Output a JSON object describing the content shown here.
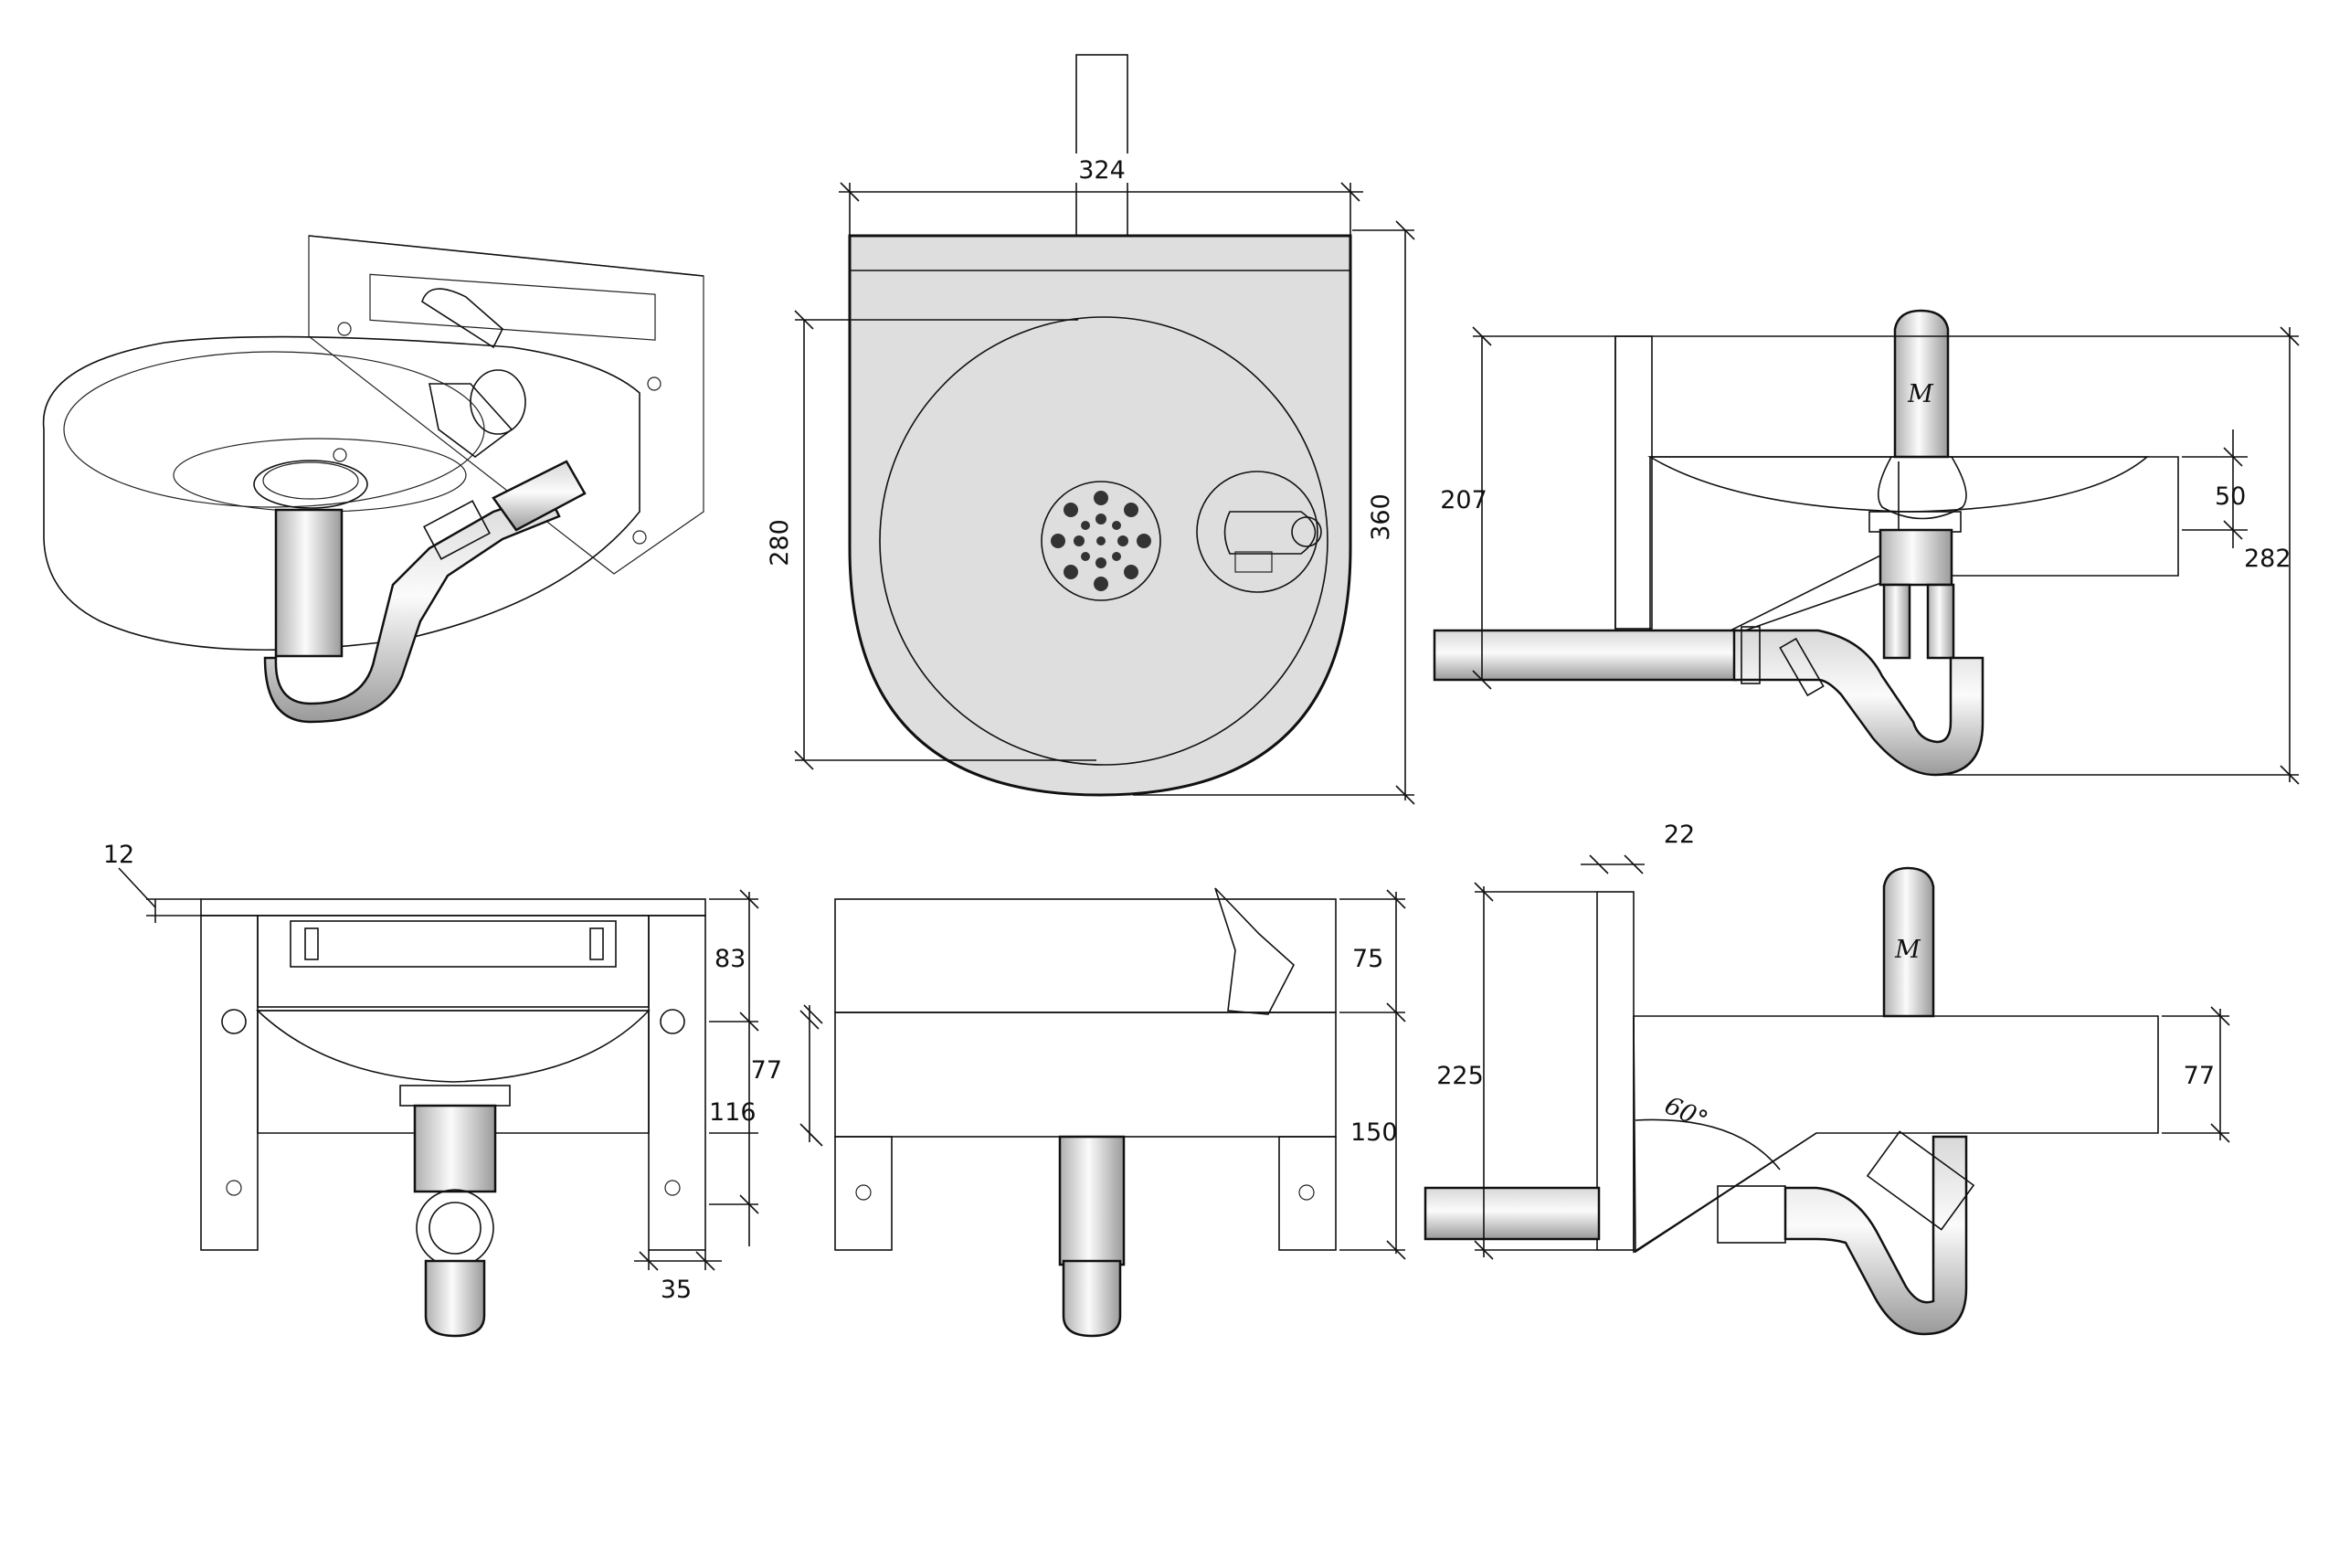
{
  "drawing": {
    "views": [
      "isometric",
      "top",
      "side-right",
      "front",
      "rear",
      "side-left"
    ],
    "colors": {
      "line": "#111111",
      "metal_light": "#e2e2e2",
      "metal_mid": "#bdbdbd",
      "metal_dark": "#7e7e7e",
      "background": "#ffffff"
    },
    "dimensions": {
      "top_width": "324",
      "top_depth_bowl": "280",
      "top_depth_total": "360",
      "side_height_bowl": "207",
      "side_bowl_lip": "50",
      "side_total_height": "282",
      "front_plate_thickness": "12",
      "front_top_band": "83",
      "front_bowl_height": "77",
      "front_bracket_height": "116",
      "front_bracket_width": "35",
      "rear_top_band": "75",
      "rear_total": "150",
      "left_plate_offset": "22",
      "left_height": "225",
      "left_bowl_height": "77",
      "left_angle": "60°"
    }
  }
}
